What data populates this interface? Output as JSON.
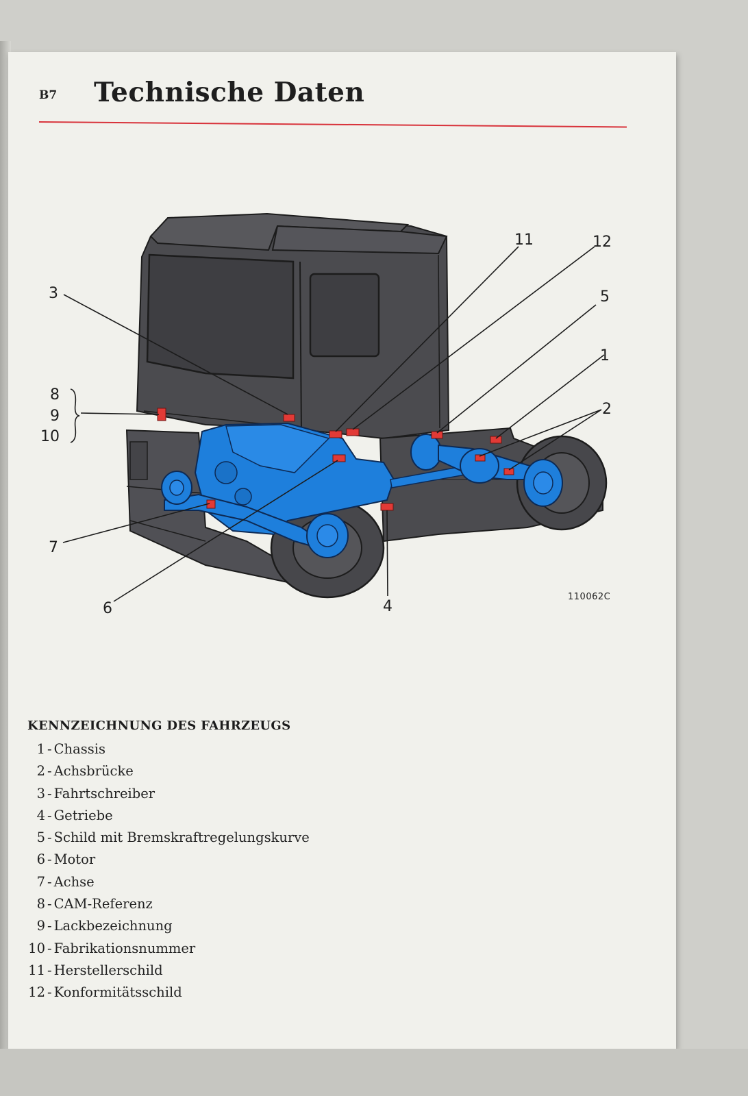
{
  "header": {
    "section": "B7",
    "title": "Technische Daten"
  },
  "figure": {
    "code": "110062C",
    "callouts": [
      "1",
      "2",
      "3",
      "4",
      "5",
      "6",
      "7",
      "8",
      "9",
      "10",
      "11",
      "12"
    ]
  },
  "legend": {
    "title": "KENNZEICHNUNG DES FAHRZEUGS",
    "separator": "-",
    "items": [
      {
        "num": "1",
        "label": "Chassis"
      },
      {
        "num": "2",
        "label": "Achsbrücke"
      },
      {
        "num": "3",
        "label": "Fahrtschreiber"
      },
      {
        "num": "4",
        "label": "Getriebe"
      },
      {
        "num": "5",
        "label": "Schild mit Bremskraftregelungskurve"
      },
      {
        "num": "6",
        "label": "Motor"
      },
      {
        "num": "7",
        "label": "Achse"
      },
      {
        "num": "8",
        "label": "CAM-Referenz"
      },
      {
        "num": "9",
        "label": "Lackbezeichnung"
      },
      {
        "num": "10",
        "label": "Fabrikationsnummer"
      },
      {
        "num": "11",
        "label": "Herstellerschild"
      },
      {
        "num": "12",
        "label": "Konformitätsschild"
      }
    ]
  },
  "colors": {
    "cab": "#4b4b4f",
    "drivetrain": "#1e7fdc",
    "marker": "#e23a36",
    "rule": "#d8323a"
  }
}
